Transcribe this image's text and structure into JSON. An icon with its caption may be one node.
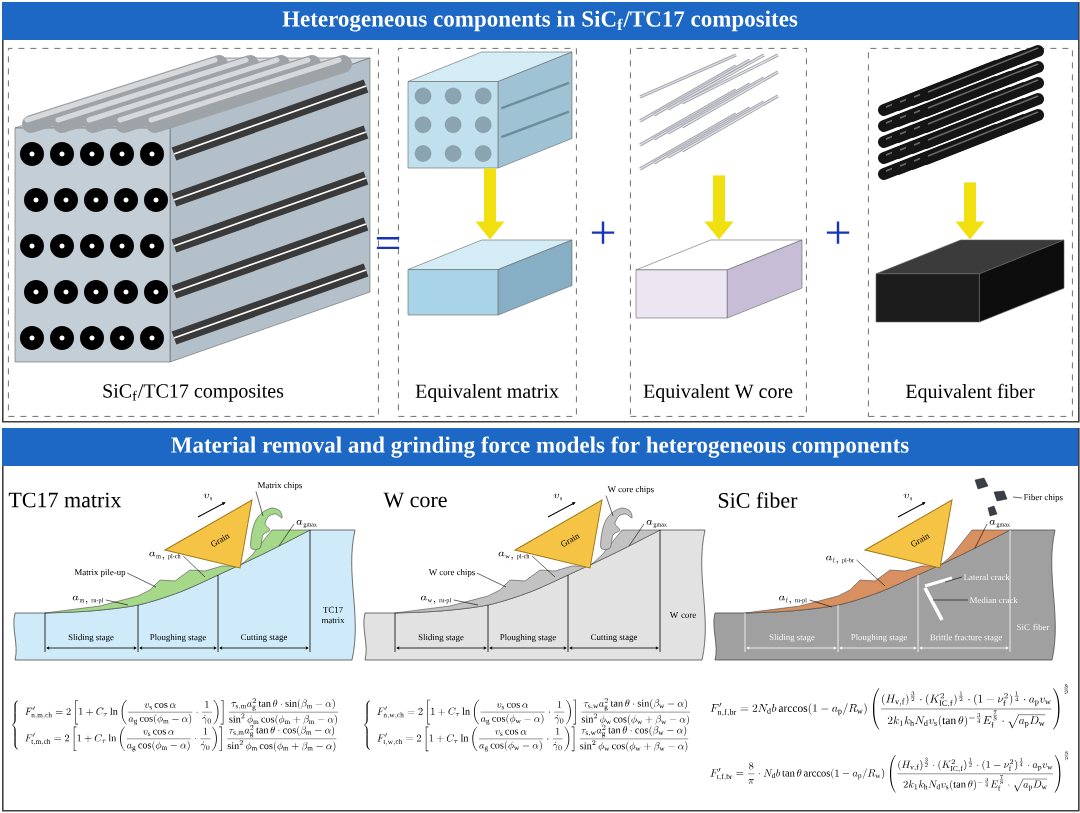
{
  "diagram": {
    "nodes": [
      {
        "text": [
          "Heterogeneous components in SiC$_{f}$/TC17 composites"
        ]
      },
      {
        "text": [
          "SiC$_{f}$/TC17 composites"
        ],
        "in": 0
      },
      {
        "text": [
          "Equivalent matrix"
        ],
        "in": 0
      },
      {
        "text": [
          "Equivalent W core"
        ],
        "in": 0
      },
      {
        "text": [
          "Equivalent fiber"
        ],
        "in": 0
      },
      {
        "text": [],
        "shape": "picture",
        "in": 2
      },
      {
        "text": [],
        "shape": "box",
        "in": 2
      },
      {
        "text": [],
        "shape": "picture",
        "in": 3
      },
      {
        "text": [],
        "shape": "box",
        "in": 3
      },
      {
        "text": [],
        "shape": "picture",
        "in": 4
      },
      {
        "text": [],
        "shape": "box",
        "in": 4
      },
      {
        "text": [
          "Material removal and grinding force models for heterogeneous components"
        ]
      },
      {
        "text": [
          "Grain"
        ],
        "in": 11
      },
      {
        "text": [
          "Matrix chips"
        ],
        "in": 11
      },
      {
        "text": [
          "a_{\\mathrm{gmax}}"
        ],
        "in": 11
      },
      {
        "text": [
          "a_{\\mathrm{m,\\,pl\\text{-}ch}}"
        ],
        "in": 11
      },
      {
        "text": [
          "Matrix pile-up"
        ],
        "in": 11
      },
      {
        "text": [
          "a_{\\mathrm{m,\\,ru\\text{-}pl}}"
        ],
        "in": 11
      },
      {
        "text": [
          "Grain"
        ],
        "in": 11
      },
      {
        "text": [
          "W core chips"
        ],
        "in": 11
      },
      {
        "text": [
          "a_{\\mathrm{gmax}}"
        ],
        "in": 11
      },
      {
        "text": [
          "a_{\\mathrm{w,\\,pl\\text{-}ch}}"
        ],
        "in": 11
      },
      {
        "text": [
          "W core chips"
        ],
        "in": 11
      },
      {
        "text": [
          "a_{\\mathrm{w,\\,ru\\text{-}pl}}"
        ],
        "in": 11
      },
      {
        "text": [
          "Grain"
        ],
        "in": 11
      },
      {
        "text": [
          "Fiber chips"
        ],
        "in": 11
      },
      {
        "text": [
          "a_{\\mathrm{gmax}}"
        ],
        "in": 11
      },
      {
        "text": [
          "a_{\\mathrm{f,\\,pl\\text{-}br}}"
        ],
        "in": 11
      },
      {
        "text": [
          "Lateral crack"
        ],
        "in": 11
      },
      {
        "text": [
          "Median crack"
        ],
        "in": 11
      },
      {
        "text": [
          "a_{\\mathrm{f,\\,ru\\text{-}pl}}"
        ],
        "in": 11
      }
    ],
    "edges": [
      {
        "from": 5,
        "to": 6,
        "arrow": "to",
        "style": "thick",
        "color": "#f0e010"
      },
      {
        "from": 7,
        "to": 8,
        "arrow": "to",
        "style": "thick",
        "color": "#f0e010"
      },
      {
        "from": 9,
        "to": 10,
        "arrow": "to",
        "style": "thick",
        "color": "#f0e010"
      },
      {
        "from": 13,
        "to": null,
        "arrow": "none"
      },
      {
        "from": 14,
        "to": null,
        "arrow": "none"
      },
      {
        "from": 15,
        "to": null,
        "arrow": "none"
      },
      {
        "from": 16,
        "to": null,
        "arrow": "none"
      },
      {
        "from": 17,
        "to": null,
        "arrow": "none"
      },
      {
        "from": 19,
        "to": null,
        "arrow": "none"
      },
      {
        "from": 20,
        "to": null,
        "arrow": "none"
      },
      {
        "from": 21,
        "to": null,
        "arrow": "none"
      },
      {
        "from": 22,
        "to": null,
        "arrow": "none"
      },
      {
        "from": 23,
        "to": null,
        "arrow": "none"
      },
      {
        "from": 25,
        "to": null,
        "arrow": "none"
      },
      {
        "from": 26,
        "to": null,
        "arrow": "none"
      },
      {
        "from": 27,
        "to": null,
        "arrow": "none"
      },
      {
        "from": 28,
        "to": null,
        "arrow": "none"
      },
      {
        "from": 29,
        "to": null,
        "arrow": "none"
      },
      {
        "from": 30,
        "to": null,
        "arrow": "none"
      }
    ],
    "labels": [
      "=",
      "+",
      "+",
      "TC17 matrix",
      "v_{\\mathrm{s}}",
      "TC17 matrix",
      "Sliding stage",
      "Ploughing stage",
      "Cutting stage",
      "W core",
      "v_{\\mathrm{s}}",
      "W core",
      "Sliding stage",
      "Ploughing stage",
      "Cutting stage",
      "SiC fiber",
      "v_{\\mathrm{s}}",
      "SiC fiber",
      "Sliding stage",
      "Ploughing stage",
      "Brittle fracture stage",
      "\\left\\{\\begin{array}{l}\\displaystyle F_{\\mathrm{n,m,ch}}^{\\prime}=2\\left[1+C_{\\tau}\\ln\\left(\\frac{v_{\\mathrm{s}}\\cos\\alpha}{a_{\\mathrm{g}}\\cos(\\phi_{\\mathrm{m}}-\\alpha)}\\cdot\\frac{1}{\\dot{\\gamma}_{0}}\\right)\\right]\\frac{\\tau_{\\mathrm{s,m}}a_{\\mathrm{g}}^{2}\\tan\\theta\\cdot\\sin(\\beta_{\\mathrm{m}}-\\alpha)}{\\sin^{2}\\phi_{\\mathrm{m}}\\cos(\\phi_{\\mathrm{m}}+\\beta_{\\mathrm{m}}-\\alpha)}\\\\[4pt]\\displaystyle F_{\\mathrm{t,m,ch}}^{\\prime}=2\\left[1+C_{\\tau}\\ln\\left(\\frac{v_{\\mathrm{s}}\\cos\\alpha}{a_{\\mathrm{g}}\\cos(\\phi_{\\mathrm{m}}-\\alpha)}\\cdot\\frac{1}{\\dot{\\gamma}_{0}}\\right)\\right]\\frac{\\tau_{\\mathrm{s,m}}a_{\\mathrm{g}}^{2}\\tan\\theta\\cdot\\cos(\\beta_{\\mathrm{m}}-\\alpha)}{\\sin^{2}\\phi_{\\mathrm{m}}\\cos(\\phi_{\\mathrm{m}}+\\beta_{\\mathrm{m}}-\\alpha)}\\end{array}\\right.",
      "\\left\\{\\begin{array}{l}\\displaystyle F_{\\mathrm{n,w,ch}}^{\\prime}=2\\left[1+C_{\\tau}\\ln\\left(\\frac{v_{\\mathrm{s}}\\cos\\alpha}{a_{\\mathrm{g}}\\cos(\\phi_{\\mathrm{w}}-\\alpha)}\\cdot\\frac{1}{\\dot{\\gamma}_{0}}\\right)\\right]\\frac{\\tau_{\\mathrm{s,w}}a_{\\mathrm{g}}^{2}\\tan\\theta\\cdot\\sin(\\beta_{\\mathrm{w}}-\\alpha)}{\\sin^{2}\\phi_{\\mathrm{w}}\\cos(\\phi_{\\mathrm{w}}+\\beta_{\\mathrm{w}}-\\alpha)}\\\\[4pt]\\displaystyle F_{\\mathrm{t,w,ch}}^{\\prime}=2\\left[1+C_{\\tau}\\ln\\left(\\frac{v_{\\mathrm{s}}\\cos\\alpha}{a_{\\mathrm{g}}\\cos(\\phi_{\\mathrm{w}}-\\alpha)}\\cdot\\frac{1}{\\dot{\\gamma}_{0}}\\right)\\right]\\frac{\\tau_{\\mathrm{s,w}}a_{\\mathrm{g}}^{2}\\tan\\theta\\cdot\\cos(\\beta_{\\mathrm{w}}-\\alpha)}{\\sin^{2}\\phi_{\\mathrm{w}}\\cos(\\phi_{\\mathrm{w}}+\\beta_{\\mathrm{w}}-\\alpha)}\\end{array}\\right.",
      "F_{\\mathrm{n,f,br}}^{\\prime}=2N_{\\mathrm{d}}b\\arccos(1-a_{\\mathrm{p}}/R_{\\mathrm{w}})\\left(\\frac{(H_{\\mathrm{v,f}})^{\\frac{3}{2}}\\cdot(K_{\\mathrm{IC,f}}^{2})^{\\frac{1}{2}}\\cdot(1-\\nu_{\\mathrm{f}}^{2})^{\\frac{1}{4}}\\cdot a_{\\mathrm{p}}v_{\\mathrm{w}}}{2k_{1}k_{\\mathrm{h}}N_{\\mathrm{d}}v_{\\mathrm{s}}(\\tan\\theta)^{-\\frac{3}{4}}E_{\\mathrm{f}}^{\\frac{7}{8}}\\cdot\\sqrt{a_{\\mathrm{p}}D_{\\mathrm{w}}}}\\right)^{\\frac{8}{9}}",
      "F_{\\mathrm{t,f,br}}^{\\prime}=\\frac{8}{\\pi}\\cdot N_{\\mathrm{d}}b\\tan\\theta\\arccos(1-a_{\\mathrm{p}}/R_{\\mathrm{w}})\\left(\\frac{(H_{\\mathrm{v,f}})^{\\frac{3}{2}}\\cdot(K_{\\mathrm{IC,f}}^{2})^{\\frac{1}{2}}\\cdot(1-\\nu_{\\mathrm{f}}^{2})^{\\frac{1}{4}}\\cdot a_{\\mathrm{p}}v_{\\mathrm{w}}}{2k_{1}k_{\\mathrm{h}}N_{\\mathrm{d}}v_{\\mathrm{s}}(\\tan\\theta)^{-\\frac{3}{4}}E_{\\mathrm{f}}^{\\frac{7}{8}}\\cdot\\sqrt{a_{\\mathrm{p}}D_{\\mathrm{w}}}}\\right)^{\\frac{8}{9}}"
    ]
  }
}
